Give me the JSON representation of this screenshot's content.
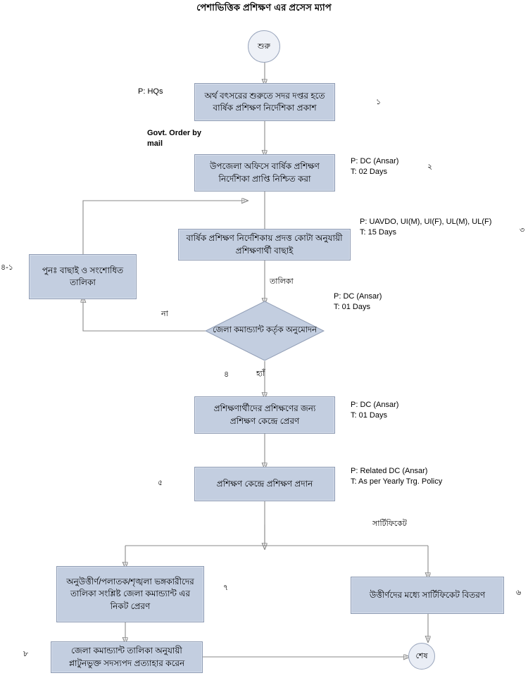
{
  "title": "পেশাভিত্তিক প্রশিক্ষণ এর প্রসেস ম্যাপ",
  "colors": {
    "box_fill": "#c3cee0",
    "box_border": "#8e9bb3",
    "terminator_fill": "#e9edf5",
    "connector": "#8a8a8a",
    "text": "#000000",
    "page_background": "#ffffff"
  },
  "nodes": {
    "start": {
      "label": "শুরু",
      "shape": "circle"
    },
    "end": {
      "label": "শেষ",
      "shape": "circle"
    },
    "step1": {
      "label": "অর্থ বৎসরের শুরুতে সদর দপ্তর হতে বার্ষিক প্রশিক্ষণ নির্দেশিকা প্রকাশ",
      "shape": "process"
    },
    "step2": {
      "label": "উপজেলা অফিসে বার্ষিক প্রশিক্ষণ নির্দেশিকা প্রাপ্তি নিশ্চিত করা",
      "shape": "process"
    },
    "step3": {
      "label": "বার্ষিক প্রশিক্ষণ নির্দেশিকায় প্রদত্ত কোটা অনুযায়ী প্রশিক্ষণার্থী বাছাই",
      "shape": "process"
    },
    "step4": {
      "label": "জেলা কমান্ড্যান্ট কর্তৃক অনুমোদন",
      "shape": "decision"
    },
    "step4_1": {
      "label": "পুনঃ  বাছাই ও সংশোধিত তালিকা",
      "shape": "process"
    },
    "step5": {
      "label": "প্রশিক্ষণার্থীদের প্রশিক্ষণের জন্য প্রশিক্ষণ কেন্দ্রে প্রেরণ",
      "shape": "process"
    },
    "step6": {
      "label": "প্রশিক্ষণ কেন্দ্রে প্রশিক্ষণ প্রদান",
      "shape": "process"
    },
    "step7": {
      "label": "অনুউত্তীর্ণ/পলাতক/শৃঙ্খলা ভঙ্গকারীদের তালিকা সংশ্লিষ্ট  জেলা কমান্ড্যান্ট এর নিকট প্রেরণ",
      "shape": "process"
    },
    "step8": {
      "label": "উত্তীর্ণদের মধ্যে সার্টিফিকেট বিতরণ",
      "shape": "process"
    },
    "step9": {
      "label": "জেলা কমান্ড্যান্ট তালিকা অনুযায়ী প্লাটুনভুক্ত সদস্যপদ প্রত্যাহার করেন",
      "shape": "process"
    }
  },
  "annotations": {
    "a1": "P: HQs",
    "a2": "Govt. Order by\nmail",
    "a3": "P: DC (Ansar)\nT: 02 Days",
    "a4": "P: UAVDO, UI(M), UI(F), UL(M), UL(F)\nT: 15 Days",
    "a5": "P: DC (Ansar)\nT: 01 Days",
    "a6": "P: DC (Ansar)\nT: 01 Days",
    "a7": "P: Related DC (Ansar)\nT: As per Yearly Trg. Policy"
  },
  "edge_labels": {
    "talika": "তালিকা",
    "na": "না",
    "hya": "হ্যাঁ",
    "certificate": "সার্টিফিকেট"
  },
  "step_numbers": {
    "n1": "১",
    "n2": "২",
    "n3": "৩",
    "n4": "৪",
    "n4_1": "৪-১",
    "n5": "৫",
    "n6": "৬",
    "n7": "৭",
    "n8": "৮"
  }
}
